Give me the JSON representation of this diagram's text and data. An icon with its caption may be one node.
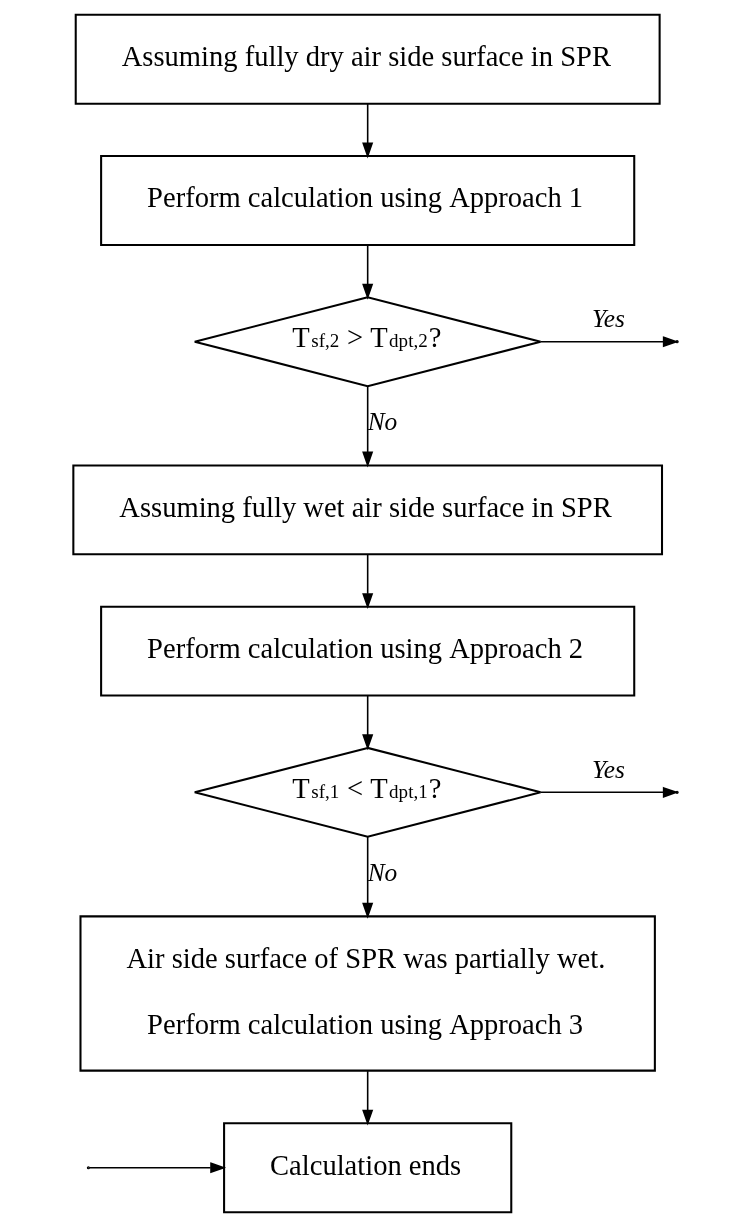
{
  "diagram": {
    "nodes": [
      {
        "text": [
          "Assuming fully dry air side surface in SPR"
        ]
      },
      {
        "text": [
          "Perform calculation using Approach 1"
        ]
      },
      {
        "text": [
          "T$_{sf,2}$ > T$_{dpt,2}$?"
        ]
      },
      {
        "text": [
          "Assuming fully wet air side surface in SPR"
        ]
      },
      {
        "text": [
          "Perform calculation using Approach 2"
        ]
      },
      {
        "text": [
          "T$_{sf,1}$ < T$_{dpt,1}$?"
        ]
      },
      {
        "text": [
          "Air side surface of SPR was partially wet.",
          "Perform calculation using Approach 3"
        ]
      },
      {
        "text": [
          "Calculation ends"
        ]
      }
    ],
    "edges": [
      {
        "from": 0,
        "to": 1,
        "arrow": "to"
      },
      {
        "from": 1,
        "to": 2,
        "arrow": "to"
      },
      {
        "from": 2,
        "to": null,
        "arrow": "to",
        "label": "Yes"
      },
      {
        "from": 2,
        "to": 3,
        "arrow": "to",
        "label": "No"
      },
      {
        "from": 3,
        "to": 4,
        "arrow": "to"
      },
      {
        "from": 4,
        "to": 5,
        "arrow": "to"
      },
      {
        "from": 5,
        "to": null,
        "arrow": "to",
        "label": "Yes"
      },
      {
        "from": 5,
        "to": 6,
        "arrow": "to",
        "label": "No"
      },
      {
        "from": 6,
        "to": 7,
        "arrow": "to"
      },
      {
        "from": null,
        "to": 7,
        "arrow": "to"
      }
    ]
  }
}
